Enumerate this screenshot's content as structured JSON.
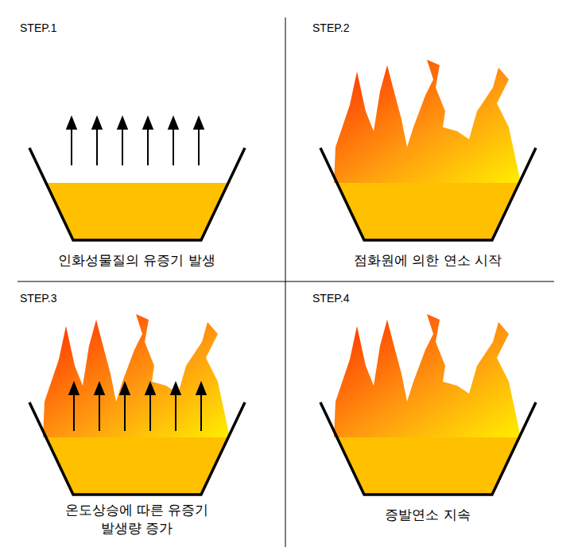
{
  "diagram": {
    "labels": [
      "STEP.1",
      "인화성물질의 유증기 발생",
      "STEP.2",
      "점화원에 의한 연소 시작",
      "STEP.3",
      "온도상승에 따른 유증기 발생량 증가",
      "STEP.4",
      "증발연소 지속"
    ]
  }
}
